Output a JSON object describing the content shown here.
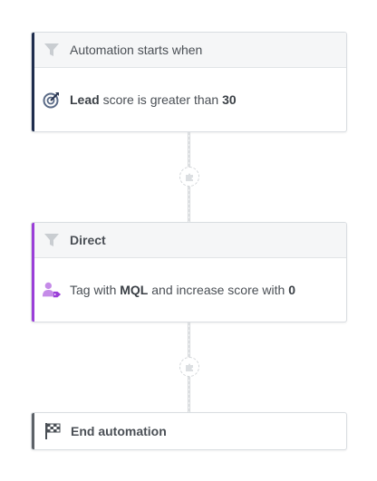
{
  "trigger_card": {
    "title": "Automation starts when",
    "condition_entity": "Lead",
    "condition_text": " score is greater than ",
    "condition_value": "30",
    "accent_color": "#1f2d4d",
    "header_icon": "filter-icon",
    "body_icon": "target-icon"
  },
  "action_card": {
    "title": "Direct",
    "action_prefix": "Tag with ",
    "tag_name": "MQL",
    "action_middle": " and increase score with ",
    "score_value": "0",
    "accent_color": "#9b3fd8",
    "header_icon": "filter-icon",
    "body_icon": "user-tag-icon"
  },
  "end_card": {
    "title": "End automation",
    "accent_color": "#5d6268",
    "icon": "checkered-flag-icon"
  },
  "add_step_icon": "puzzle-icon"
}
